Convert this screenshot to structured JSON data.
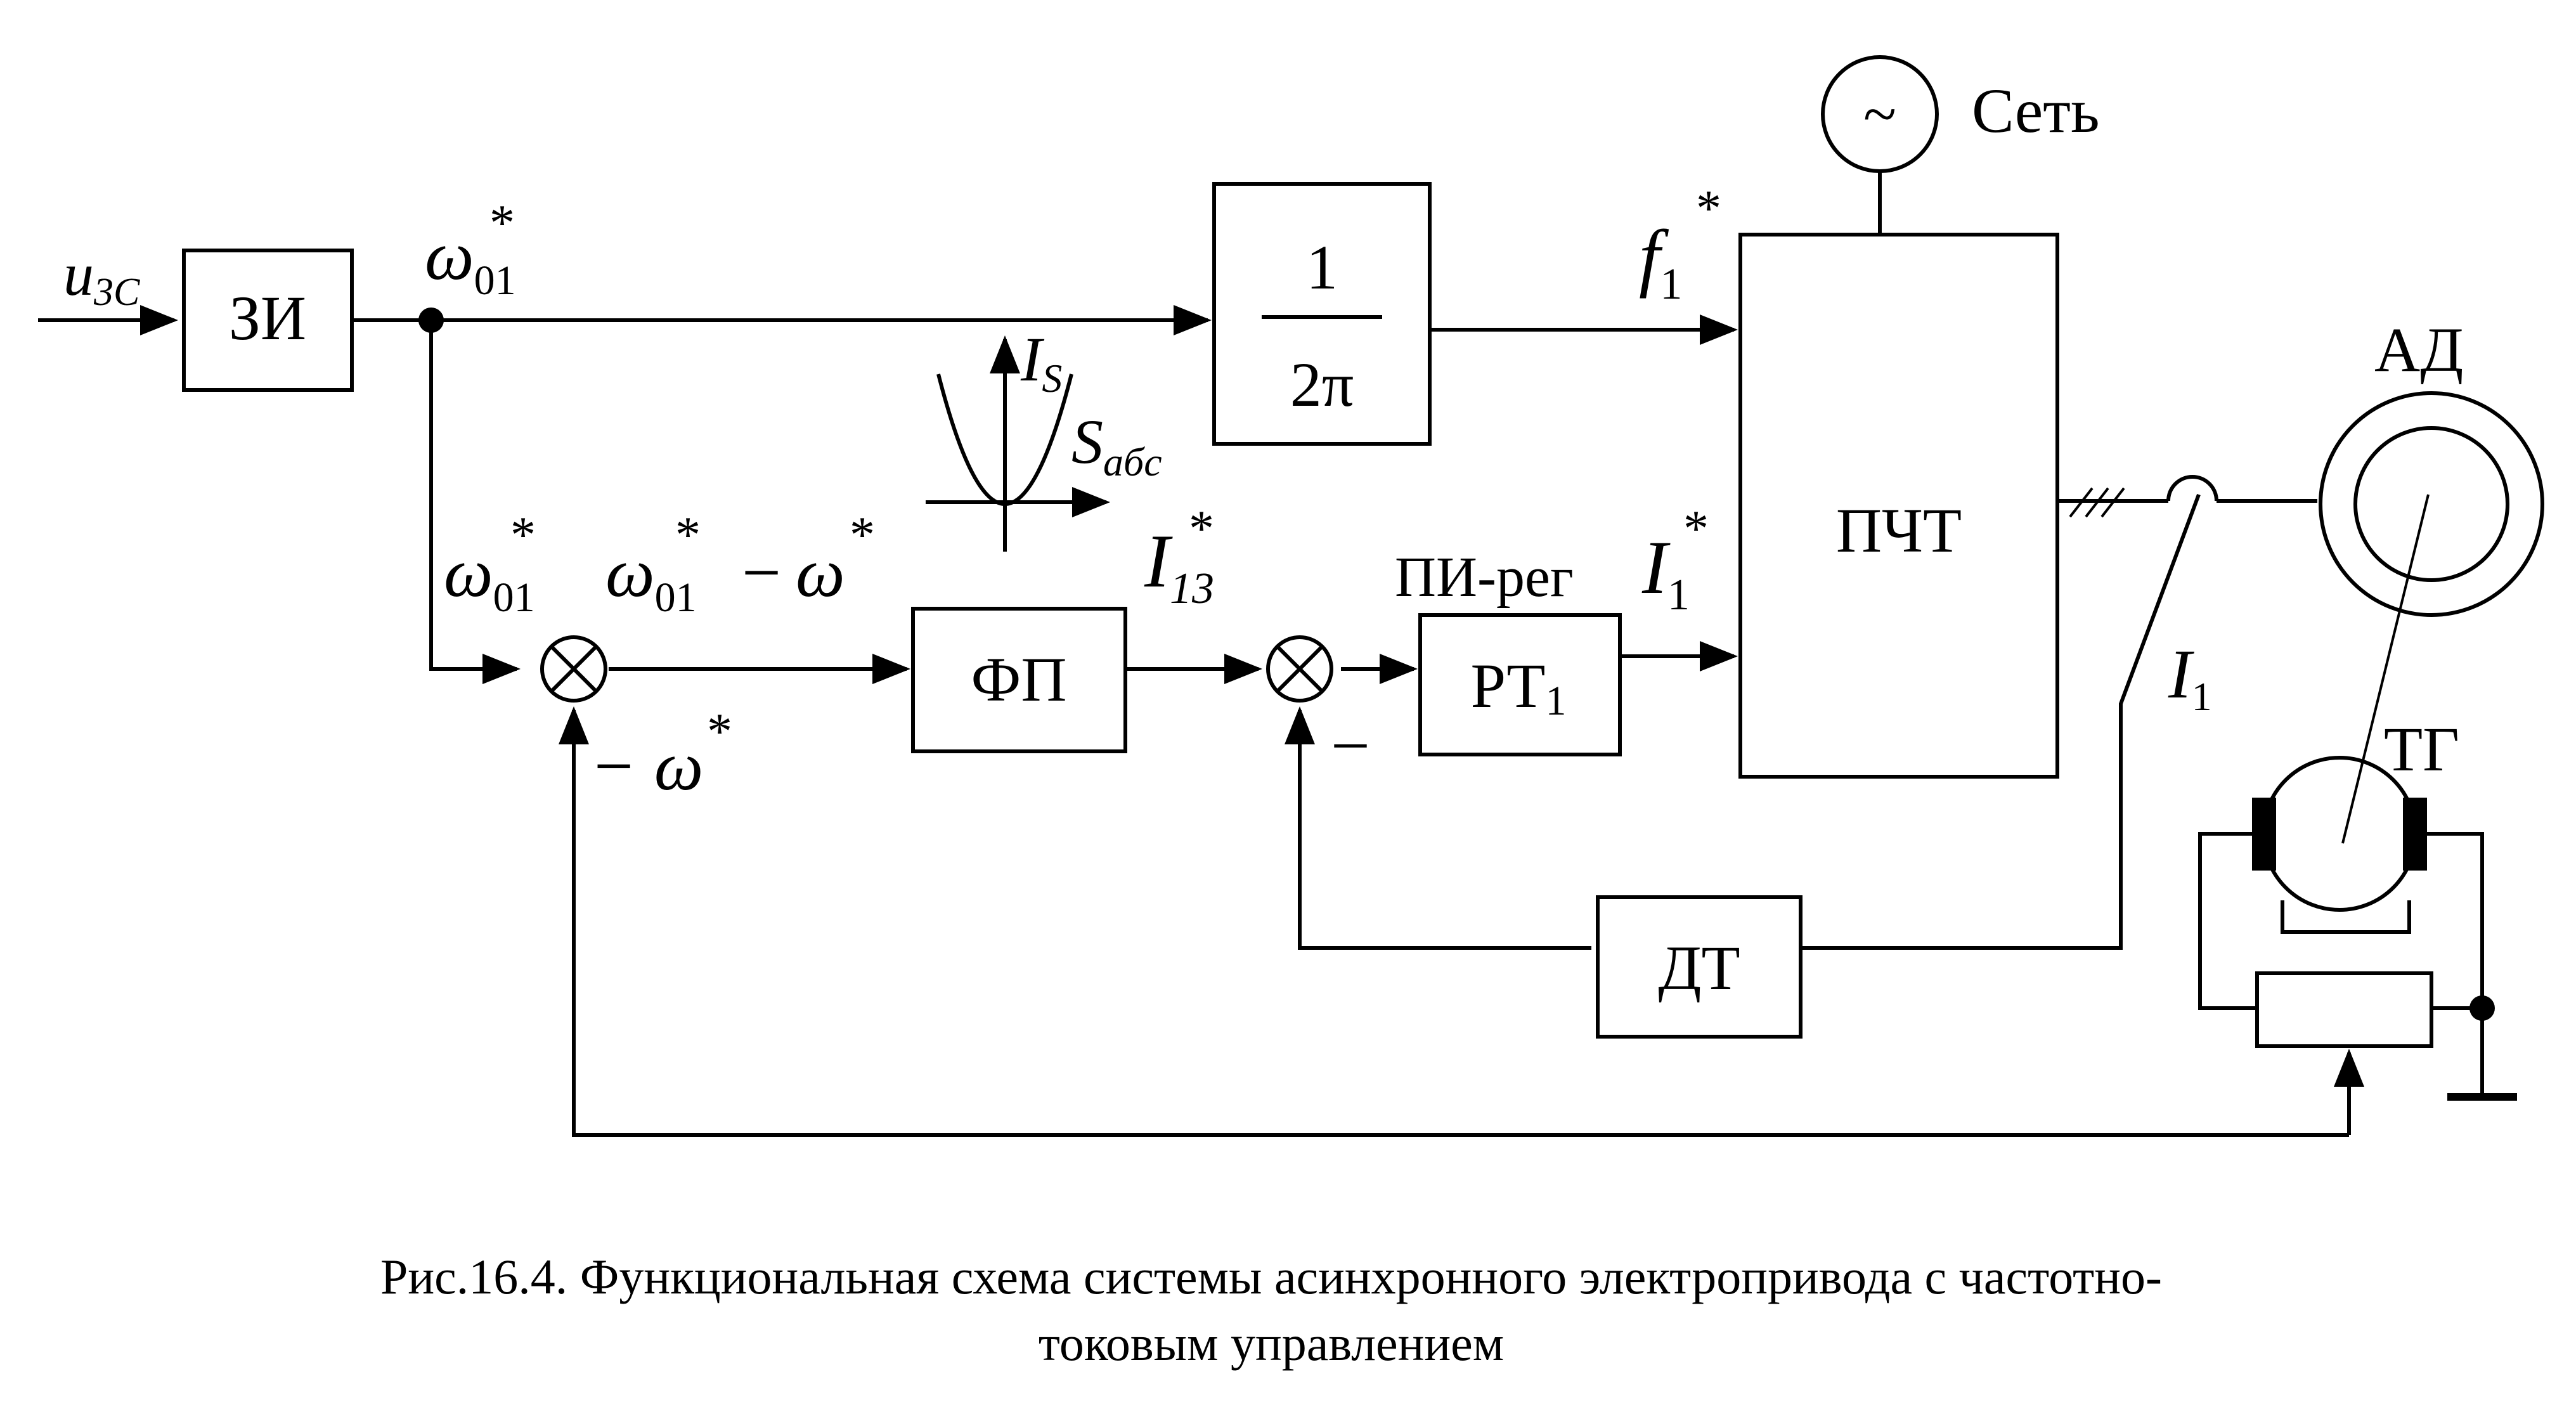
{
  "blocks": {
    "zi": "ЗИ",
    "div_num": "1",
    "div_den": "2π",
    "fp": "ФП",
    "rt_main": "РТ",
    "rt_sub": "1",
    "pcht": "ПЧТ",
    "dt": "ДТ",
    "ad": "АД",
    "tg": "ТГ",
    "grid_symbol": "~",
    "grid_label": "Сеть"
  },
  "signals": {
    "u_main": "u",
    "u_sub": "3C",
    "omega": "ω",
    "omega_sub": "01",
    "star": "*",
    "omega_diff": "ω",
    "minus": "−",
    "neg_omega": "− ω",
    "is_main": "I",
    "is_sub": "S",
    "s_main": "S",
    "s_sub": "aбc",
    "i13_main": "I",
    "i13_sub": "13",
    "i1_main": "I",
    "i1_sub": "1",
    "f1_main": "f",
    "f1_sub": "1",
    "pi_reg": "ПИ-рег",
    "feedback_minus": "–"
  },
  "caption": {
    "line1": "Рис.16.4. Функциональная схема системы асинхронного электропривода с частотно-",
    "line2": "токовым управлением"
  }
}
